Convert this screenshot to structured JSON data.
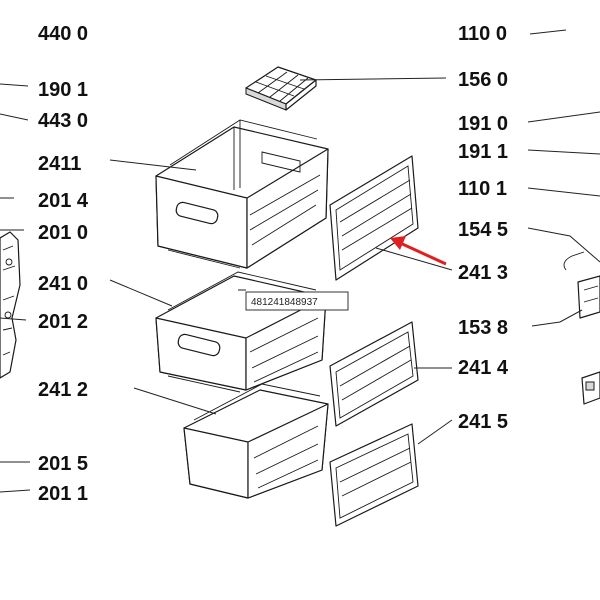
{
  "labels": {
    "l_440_0": "440 0",
    "l_190_1": "190 1",
    "l_443_0": "443 0",
    "l_2411": "2411",
    "l_201_4": "201 4",
    "l_201_0": "201 0",
    "l_241_0": "241 0",
    "l_201_2": "201 2",
    "l_241_2": "241 2",
    "l_201_5": "201 5",
    "l_201_1": "201 1",
    "l_110_0": "110 0",
    "l_156_0": "156 0",
    "l_191_0": "191 0",
    "l_191_1": "191 1",
    "l_110_1": "110 1",
    "l_154_5": "154 5",
    "l_241_3": "241 3",
    "l_153_8": "153 8",
    "l_241_4": "241 4",
    "l_241_5": "241 5"
  },
  "code_box": "481241848937",
  "colors": {
    "arrow": "#e02020",
    "line": "#1a1a1a",
    "background": "#ffffff"
  }
}
